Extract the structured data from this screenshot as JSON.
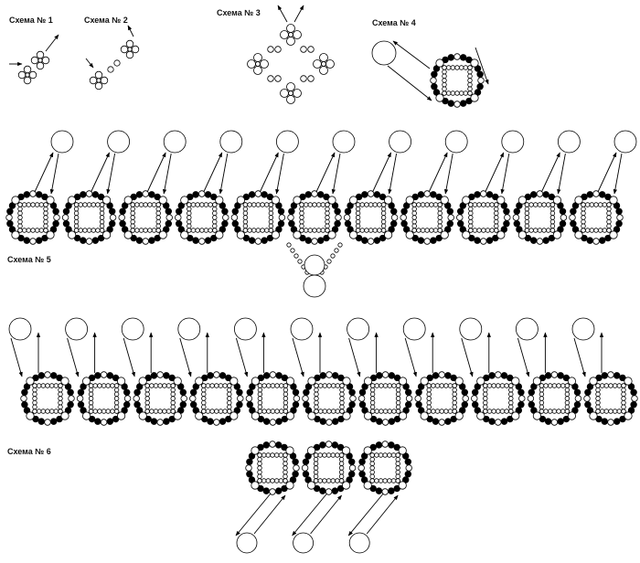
{
  "labels": {
    "scheme1": "Схема № 1",
    "scheme2": "Схема № 2",
    "scheme3": "Схема № 3",
    "scheme4": "Схема № 4",
    "scheme5": "Схема № 5",
    "scheme6": "Схема № 6"
  },
  "colors": {
    "ink": "#000000",
    "bead_open": "#ffffff",
    "bead_filled": "#000000",
    "background": "#ffffff"
  },
  "scheme5": {
    "motif_count": 11
  },
  "scheme6": {
    "motif_count_row": 11,
    "motif_count_lower": 3
  }
}
